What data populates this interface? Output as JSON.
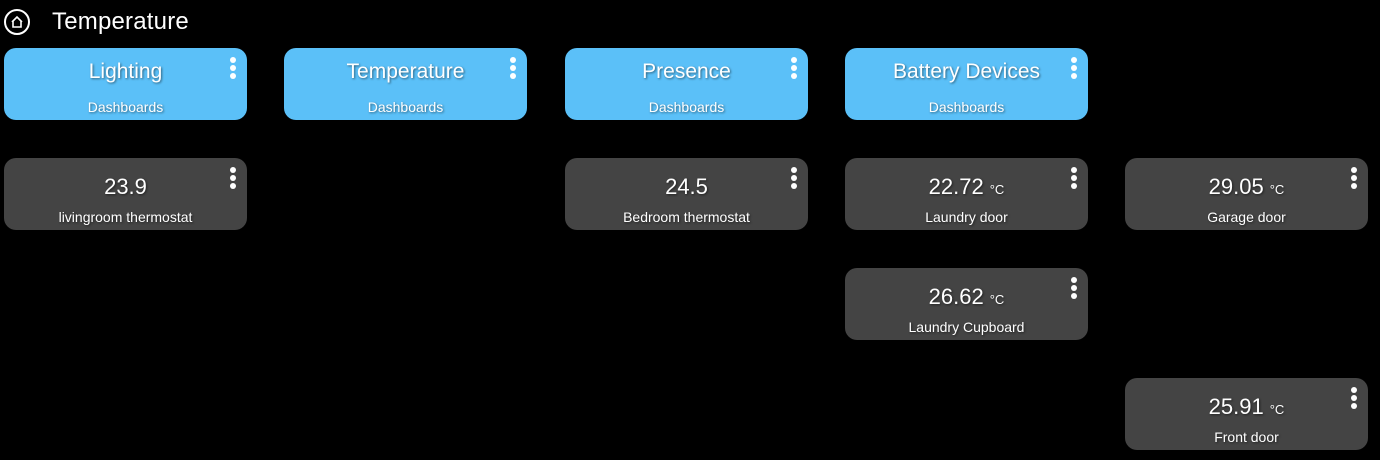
{
  "header": {
    "title": "Temperature",
    "icon": "home-icon"
  },
  "nav": [
    {
      "label": "Lighting",
      "sub": "Dashboards"
    },
    {
      "label": "Temperature",
      "sub": "Dashboards"
    },
    {
      "label": "Presence",
      "sub": "Dashboards"
    },
    {
      "label": "Battery Devices",
      "sub": "Dashboards"
    }
  ],
  "sensors": [
    {
      "value": "23.9",
      "unit": "",
      "name": "livingroom thermostat"
    },
    {
      "value": "24.5",
      "unit": "",
      "name": "Bedroom thermostat"
    },
    {
      "value": "22.72",
      "unit": "°C",
      "name": "Laundry door"
    },
    {
      "value": "29.05",
      "unit": "°C",
      "name": "Garage door"
    },
    {
      "value": "26.62",
      "unit": "°C",
      "name": "Laundry Cupboard"
    },
    {
      "value": "25.91",
      "unit": "°C",
      "name": "Front door"
    }
  ],
  "colors": {
    "nav": "#5bc0f8",
    "sensor": "#444444",
    "background": "#000000"
  }
}
